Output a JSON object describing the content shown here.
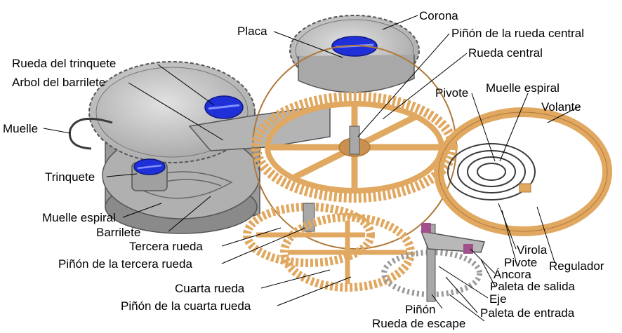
{
  "labels": {
    "corona": "Corona",
    "placa": "Placa",
    "pinon_rueda_central": "Piñón de la rueda central",
    "rueda_central": "Rueda central",
    "rueda_trinquete": "Rueda del trinquete",
    "arbol_barrilete": "Arbol del barrilete",
    "pivote_top": "Pivote",
    "muelle_espiral_top": "Muelle espiral",
    "volante": "Volante",
    "muelle": "Muelle",
    "trinquete": "Trinquete",
    "muelle_espiral_left": "Muelle espiral",
    "barrilete": "Barrilete",
    "tercera_rueda": "Tercera rueda",
    "pinon_tercera_rueda": "Piñón de la tercera rueda",
    "virola": "Virola",
    "pivote_bottom": "Pivote",
    "regulador": "Regulador",
    "ancora": "Áncora",
    "paleta_salida": "Paleta de salida",
    "cuarta_rueda": "Cuarta rueda",
    "eje": "Eje",
    "pinon_cuarta_rueda": "Piñón de la cuarta rueda",
    "pinon": "Piñón",
    "paleta_entrada": "Paleta de entrada",
    "rueda_escape": "Rueda de escape"
  },
  "colors": {
    "steel": "#c8c8c8",
    "steel_dark": "#8c8c8c",
    "steel_edge": "#555555",
    "brass": "#e0a860",
    "brass_dark": "#b07838",
    "screw_blue": "#2030d8",
    "spring_dark": "#3a3a3a",
    "pallet_purple": "#a0508a"
  }
}
